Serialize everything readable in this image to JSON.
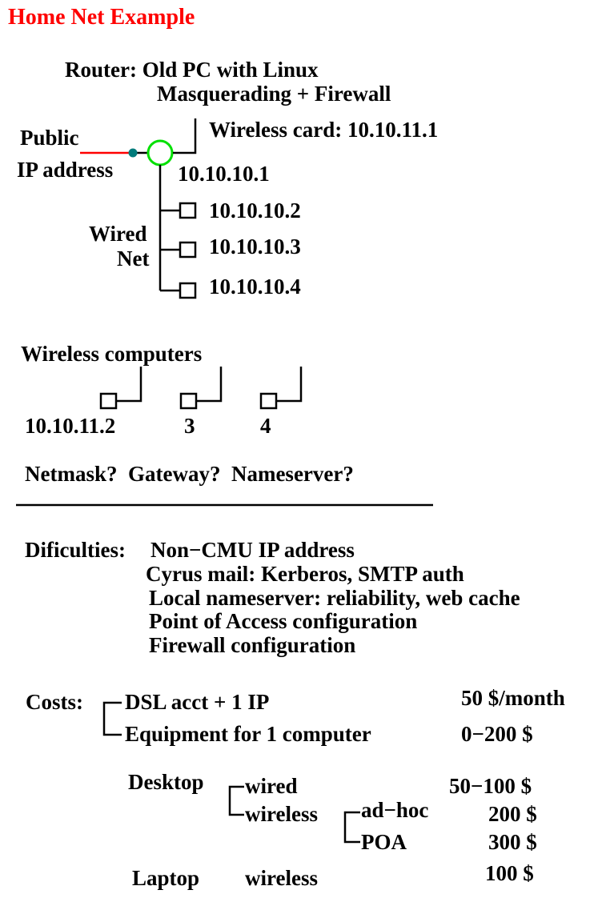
{
  "title": "Home Net Example",
  "colors": {
    "title": "#ff0000",
    "public_link": "#ff0000",
    "public_dot": "#007b7b",
    "router_ring": "#00e000",
    "text": "#000000"
  },
  "router": {
    "label": "Router: Old PC with Linux",
    "subtitle": "Masquerading + Firewall",
    "wireless_card": "Wireless card: 10.10.11.1",
    "wired_ip": "10.10.10.1"
  },
  "public": {
    "line1": "Public",
    "line2": "IP address"
  },
  "wired_net": {
    "label_line1": "Wired",
    "label_line2": "Net",
    "hosts": [
      "10.10.10.2",
      "10.10.10.3",
      "10.10.10.4"
    ]
  },
  "wireless": {
    "heading": "Wireless computers",
    "hosts": [
      "10.10.11.2",
      "3",
      "4"
    ]
  },
  "questions": "Netmask?  Gateway?  Nameserver?",
  "difficulties": {
    "label": "Dificulties:",
    "items": [
      "Non−CMU IP address",
      "Cyrus mail: Kerberos, SMTP auth",
      "Local nameserver: reliability, web cache",
      "Point of Access configuration",
      "Firewall configuration"
    ]
  },
  "costs": {
    "label": "Costs:",
    "items": [
      {
        "name": "DSL acct + 1 IP",
        "price": "50 $/month"
      },
      {
        "name": "Equipment for 1 computer",
        "price": "0−200 $"
      }
    ],
    "desktop": {
      "label": "Desktop",
      "wired": "wired",
      "wired_price": "50−100 $",
      "wireless": "wireless",
      "adhoc": "ad−hoc",
      "adhoc_price": "200 $",
      "poa": "POA",
      "poa_price": "300 $"
    },
    "laptop": {
      "label": "Laptop",
      "type": "wireless",
      "price": "100 $"
    }
  }
}
